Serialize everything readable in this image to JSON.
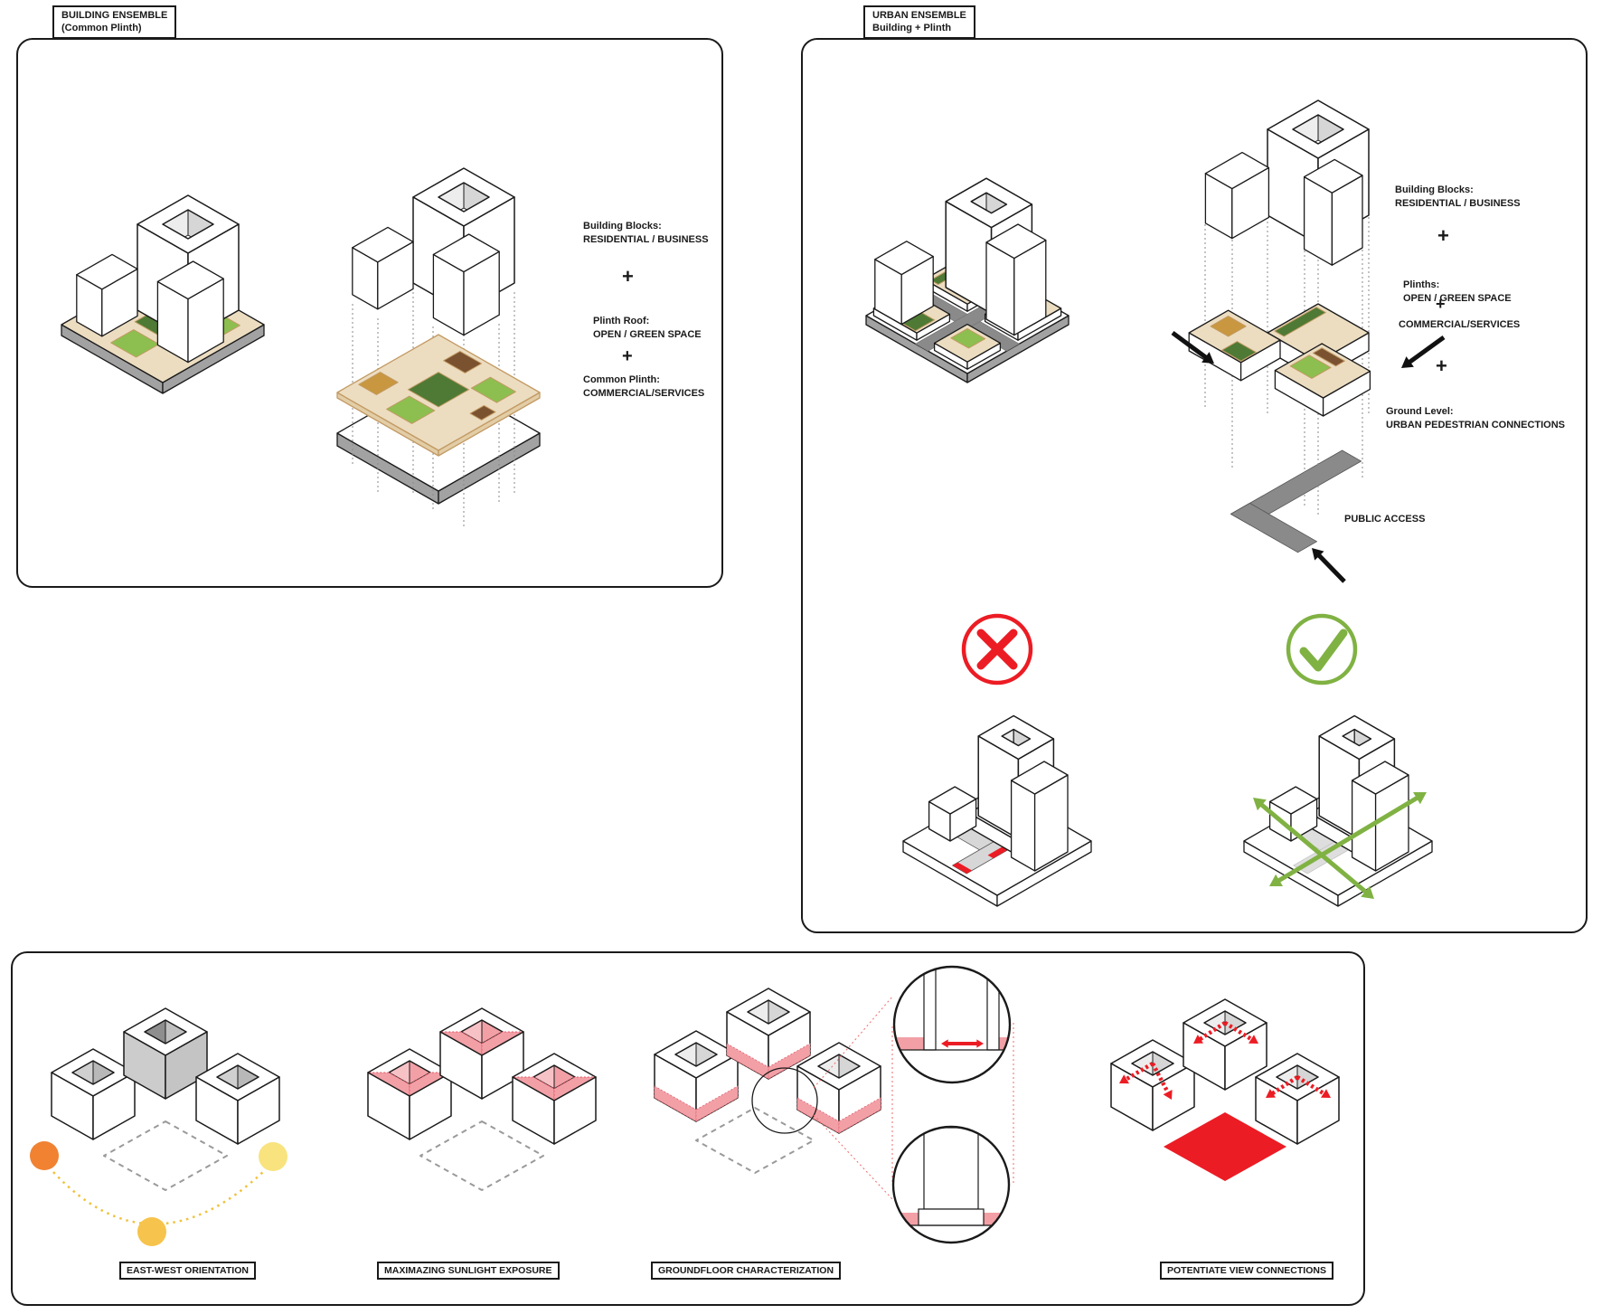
{
  "colors": {
    "outline": "#1a1a1a",
    "plinth_tan": "#ecddc1",
    "tan_stroke": "#c39a63",
    "plinth_gray": "#a2a2a2",
    "green_light": "#8cbf4f",
    "green_dark": "#4e7a35",
    "brown_dark": "#7a5230",
    "brown_ochre": "#c9973f",
    "path_gray": "#8a8a8a",
    "path_light": "#d7d7d7",
    "red": "#ec1c24",
    "pink": "#f2a0a6",
    "pink_soft": "#f7c2c6",
    "check_green": "#80b243",
    "sun_orange": "#f08232",
    "sun_amber": "#f6c34c",
    "sun_yellow": "#f8e37e",
    "sun_arc": "#efc23c",
    "dash_gray": "#9a9a9a",
    "face_gray": "#c4c4c4",
    "inner_gray": "#8e8e8e"
  },
  "titles": {
    "panel1_line1": "BUILDING ENSEMBLE",
    "panel1_line2": "(Common Plinth)",
    "panel2_line1": "URBAN ENSEMBLE",
    "panel2_line2": "Building + Plinth"
  },
  "panel1": {
    "building_blocks_title": "Building Blocks:",
    "building_blocks_sub": "RESIDENTIAL / BUSINESS",
    "plus": "+",
    "plinth_roof_title": "Plinth Roof:",
    "plinth_roof_sub": "OPEN / GREEN SPACE",
    "common_plinth_title": "Common Plinth:",
    "common_plinth_sub": "COMMERCIAL/SERVICES"
  },
  "panel2": {
    "building_blocks_title": "Building Blocks:",
    "building_blocks_sub": "RESIDENTIAL / BUSINESS",
    "plus": "+",
    "plinths_title": "Plinths:",
    "plinths_sub": "OPEN / GREEN SPACE",
    "commercial": "COMMERCIAL/SERVICES",
    "ground_title": "Ground Level:",
    "ground_sub": "URBAN PEDESTRIAN CONNECTIONS",
    "public_access": "PUBLIC ACCESS"
  },
  "panel3": {
    "captions": [
      "EAST-WEST ORIENTATION",
      "MAXIMAZING SUNLIGHT EXPOSURE",
      "GROUNDFLOOR CHARACTERIZATION",
      "POTENTIATE VIEW CONNECTIONS"
    ]
  },
  "icons": {
    "prohibited": "cross-in-circle",
    "approved": "check-in-circle",
    "plus": "+",
    "arrow": "arrow"
  }
}
